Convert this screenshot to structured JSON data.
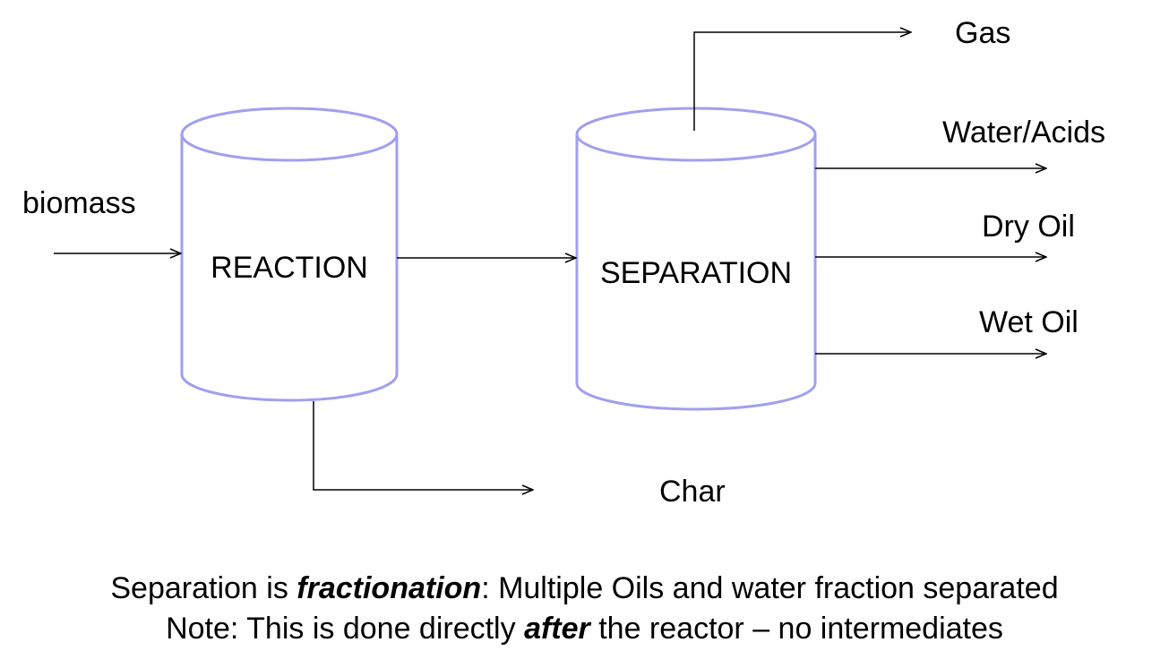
{
  "colors": {
    "vessel_stroke": "#a0a0ee",
    "line": "#000000",
    "text": "#000000"
  },
  "vessels": {
    "reaction": "REACTION",
    "separation": "SEPARATION"
  },
  "streams": {
    "input": "biomass",
    "gas": "Gas",
    "water_acids": "Water/Acids",
    "dry_oil": "Dry Oil",
    "wet_oil": "Wet Oil",
    "char": "Char"
  },
  "caption": {
    "line1_pre": "Separation is ",
    "line1_em": "fractionation",
    "line1_post": ": Multiple Oils and water fraction separated",
    "line2_pre": "Note: This is done directly ",
    "line2_em": "after",
    "line2_post": " the reactor – no intermediates"
  }
}
